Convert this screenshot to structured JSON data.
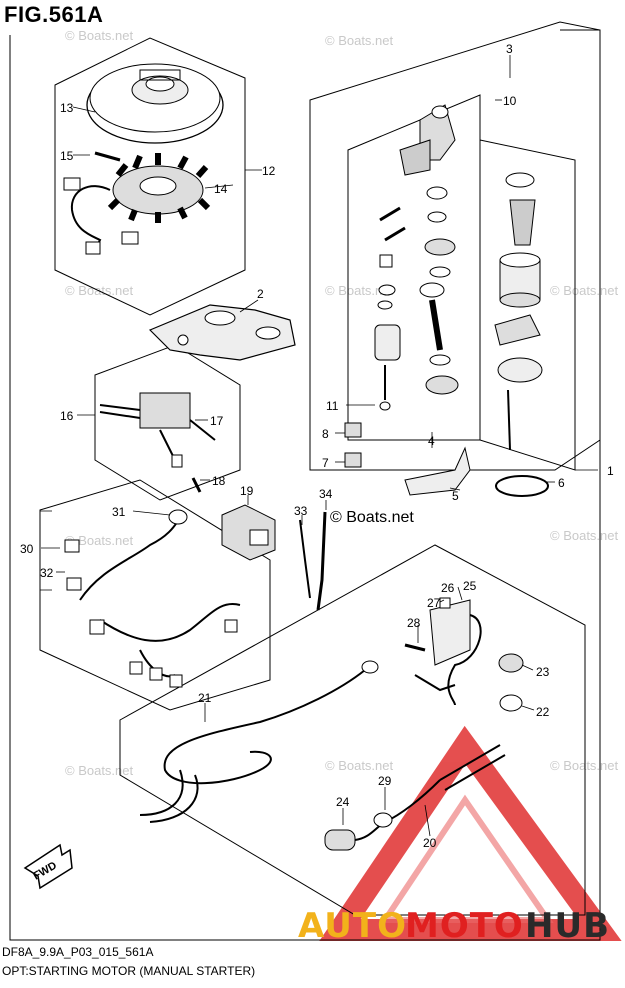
{
  "figure": {
    "title": "FIG.561A",
    "code": "DF8A_9.9A_P03_015_561A",
    "caption": "OPT:STARTING MOTOR (MANUAL STARTER)"
  },
  "watermark": {
    "repeat_text": "© Boats.net",
    "main_text": "© Boats.net"
  },
  "brand": {
    "auto": "AUTO",
    "moto": "MOTO",
    "hub": "HUB",
    "color_primary": "#e02020",
    "color_auto": "#f2b21b",
    "color_hub": "#2a2a2a"
  },
  "orientation_label": "FWD",
  "part_labels": {
    "p1": "1",
    "p2": "2",
    "p3": "3",
    "p4": "4",
    "p5": "5",
    "p6": "6",
    "p7": "7",
    "p8": "8",
    "p10": "10",
    "p11": "11",
    "p12": "12",
    "p13": "13",
    "p14": "14",
    "p15": "15",
    "p16": "16",
    "p17": "17",
    "p18": "18",
    "p19": "19",
    "p20": "20",
    "p21": "21",
    "p22": "22",
    "p23": "23",
    "p24": "24",
    "p25": "25",
    "p26": "26",
    "p27": "27",
    "p28": "28",
    "p29": "29",
    "p30": "30",
    "p31": "31",
    "p32": "32",
    "p33": "33",
    "p34": "34"
  }
}
